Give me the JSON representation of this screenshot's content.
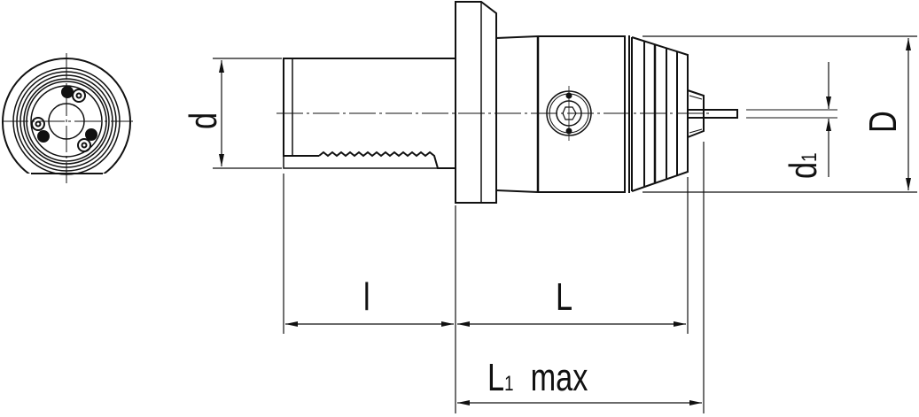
{
  "title": "Quick-change drill chuck holder dimension drawing",
  "labels": {
    "d": "d",
    "D": "D",
    "d1_main": "d",
    "d1_sub": "1",
    "l": "l",
    "L": "L",
    "L1_main": "L",
    "L1_sub": "1",
    "L1_suffix": "max"
  },
  "colors": {
    "line": "#111111",
    "background": "#ffffff"
  }
}
